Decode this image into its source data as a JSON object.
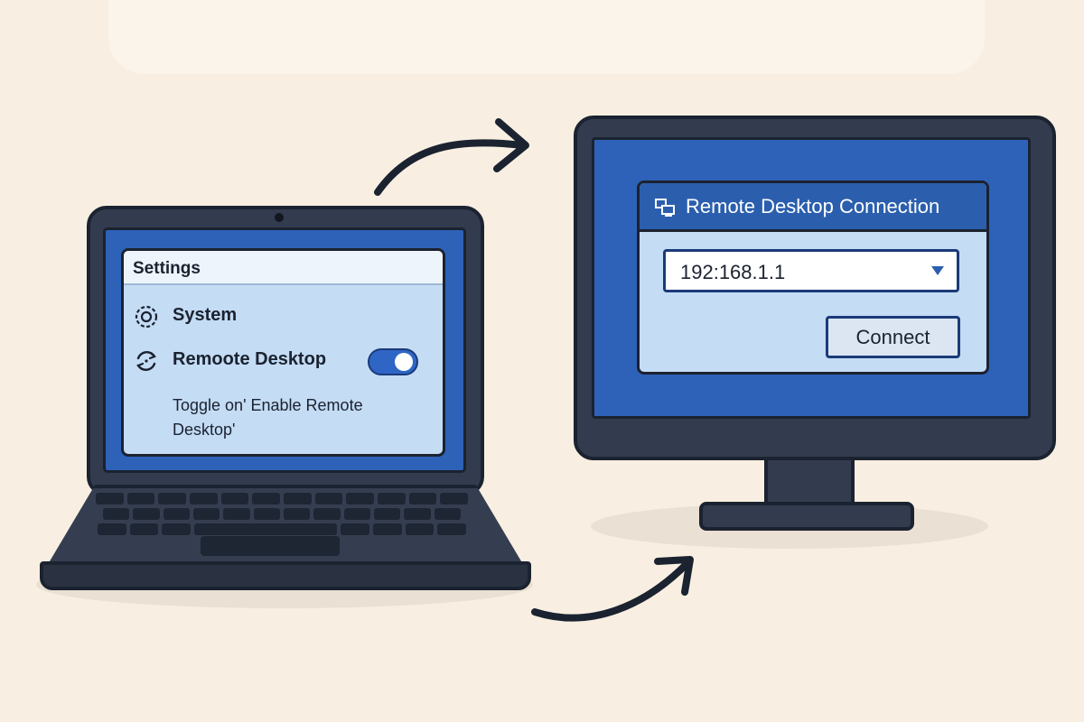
{
  "settings": {
    "title": "Settings",
    "items": [
      {
        "label": "System",
        "icon": "gear-icon"
      },
      {
        "label": "Remoote Desktop",
        "icon": "sync-icon",
        "toggle_on": true
      }
    ],
    "helper_text": "Toggle on' Enable Remote Desktop'"
  },
  "remote_connection": {
    "title": "Remote Desktop Connection",
    "icon": "remote-desktop-icon",
    "address_value": "192:168.1.1",
    "connect_label": "Connect"
  },
  "colors": {
    "background": "#f8efe2",
    "device_body": "#333c4e",
    "screen_blue": "#2e62b9",
    "panel_light": "#c4dcf4",
    "accent": "#2f66c6",
    "outline": "#1b2230"
  }
}
